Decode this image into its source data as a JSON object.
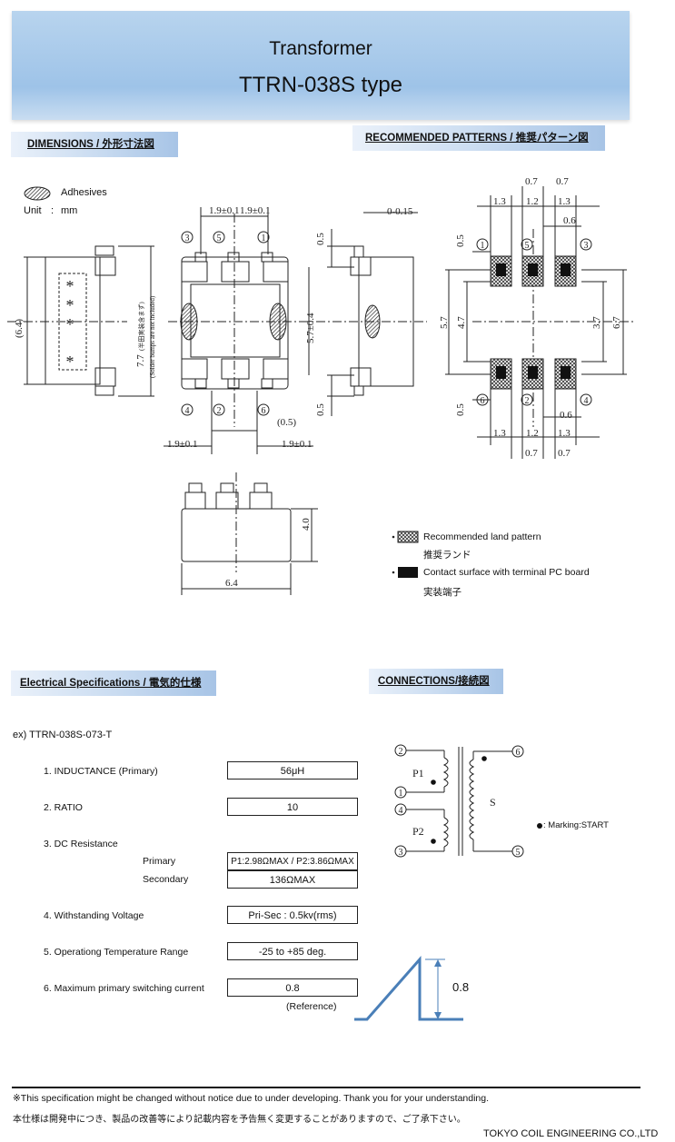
{
  "header": {
    "title": "Transformer",
    "model": "TTRN-038S type"
  },
  "sections": {
    "dimensions": "DIMENSIONS / 外形寸法図",
    "patterns": "RECOMMENDED PATTERNS / 推奨パターン図",
    "electrical": "Electrical Specifications / 電気的仕様",
    "connections": "CONNECTIONS/接続図"
  },
  "legend": {
    "adhesives": "Adhesives",
    "unit_label": "Unit",
    "unit_sep": ":",
    "unit_value": "mm",
    "land_pattern_en": "Recommended land pattern",
    "land_pattern_jp": "推奨ランド",
    "contact_en": "Contact surface with terminal PC board",
    "contact_jp": "実装端子"
  },
  "dimensions": {
    "pitch": "1.9±0.1",
    "overall_height": "(6.4)",
    "body_height": "7.7",
    "body_height_note_jp": "(半田実装含まず)",
    "body_height_note_en": "(Solder bumps are not included)",
    "lead_05": "0.5",
    "core_height": "5.7±0.4",
    "lead_thickness": "0-0.15",
    "gap": "(0.5)",
    "side_height": "4.0",
    "side_width": "6.4",
    "pins_top": [
      "3",
      "5",
      "1"
    ],
    "pins_bottom": [
      "4",
      "2",
      "6"
    ]
  },
  "patterns": {
    "top_07a": "0.7",
    "top_07b": "0.7",
    "top_13a": "1.3",
    "top_12": "1.2",
    "top_13b": "1.3",
    "top_06": "0.6",
    "bot_13": "1.3",
    "bot_12": "1.2",
    "bot_13b": "1.3",
    "bot_06": "0.6",
    "bot_07a": "0.7",
    "bot_07b": "0.7",
    "left_05a": "0.5",
    "left_57": "5.7",
    "left_47": "4.7",
    "left_05b": "0.5",
    "right_37": "3.7",
    "right_67": "6.7",
    "pins_top": [
      "1",
      "5",
      "3"
    ],
    "pins_bottom": [
      "6",
      "2",
      "4"
    ]
  },
  "spec": {
    "example": "ex) TTRN-038S-073-T",
    "items": [
      {
        "label": "1. INDUCTANCE (Primary)",
        "value": "56μH"
      },
      {
        "label": "2. RATIO",
        "value": "10"
      },
      {
        "label": "3. DC Resistance",
        "value": ""
      },
      {
        "label": "4. Withstanding Voltage",
        "value": "Pri-Sec : 0.5kv(rms)"
      },
      {
        "label": "5. Operationg Temperature Range",
        "value": "-25 to +85 deg."
      },
      {
        "label": "6. Maximum primary switching current",
        "value": "0.8"
      }
    ],
    "dcr_primary_label": "Primary",
    "dcr_primary_value": "P1:2.98ΩMAX / P2:3.86ΩMAX",
    "dcr_secondary_label": "Secondary",
    "dcr_secondary_value": "136ΩMAX",
    "reference": "(Reference)",
    "current_graph_value": "0.8"
  },
  "connections": {
    "pins": [
      "2",
      "1",
      "4",
      "3",
      "6",
      "5"
    ],
    "p1": "P1",
    "p2": "P2",
    "s": "S",
    "marking": ": Marking:START"
  },
  "footer": {
    "note_en": "※This specification might be changed without notice due to under developing. Thank you for your understanding.",
    "note_jp": "本仕様は開発中につき、製品の改善等により記載内容を予告無く変更することがありますので、ご了承下さい。",
    "company": "TOKYO COIL ENGINEERING CO.,LTD"
  }
}
